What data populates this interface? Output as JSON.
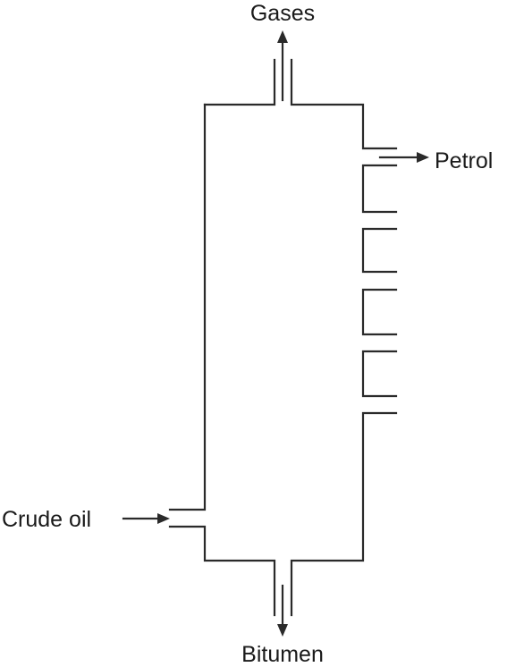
{
  "labels": {
    "gases": "Gases",
    "petrol": "Petrol",
    "crude_oil": "Crude oil",
    "bitumen": "Bitumen"
  }
}
